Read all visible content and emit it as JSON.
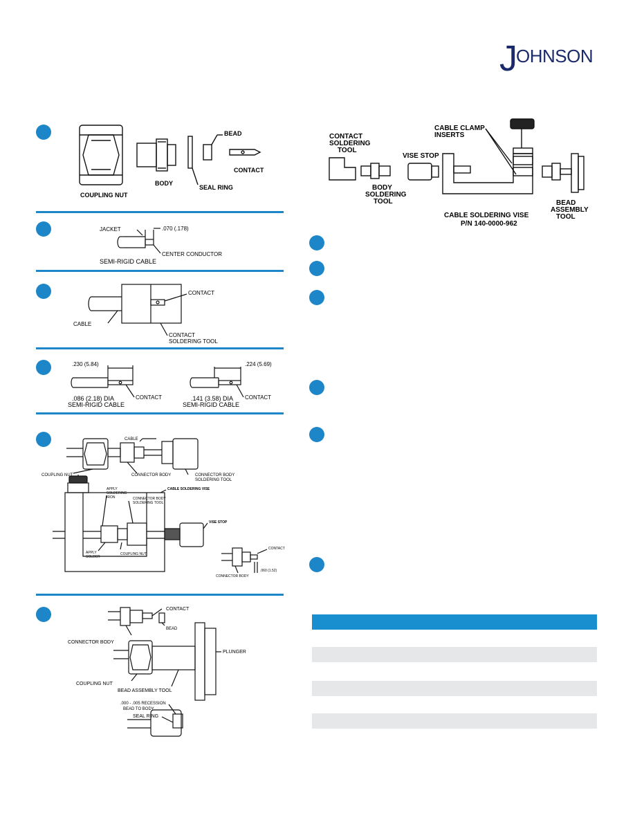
{
  "brand": {
    "logo_text": "JOHNSON"
  },
  "fig1": {
    "coupling_nut": "COUPLING NUT",
    "body": "BODY",
    "seal_ring": "SEAL RING",
    "bead": "BEAD",
    "contact": "CONTACT"
  },
  "fig2": {
    "jacket": "JACKET",
    "dim": ".070 (.178)",
    "center_conductor": "CENTER CONDUCTOR",
    "cable": "SEMI-RIGID CABLE"
  },
  "fig3": {
    "contact": "CONTACT",
    "cable": "CABLE",
    "tool_line1": "CONTACT",
    "tool_line2": "SOLDERING TOOL"
  },
  "fig4": {
    "left_dim": ".230 (5.84)",
    "left_dia": ".086 (2.18) DIA",
    "left_cable": "SEMI-RIGID CABLE",
    "left_contact": "CONTACT",
    "right_dim": ".224 (5.69)",
    "right_dia": ".141 (3.58) DIA",
    "right_cable": "SEMI-RIGID CABLE",
    "right_contact": "CONTACT"
  },
  "fig5": {
    "cable": "CABLE",
    "coupling_nut": "COUPLING NUT",
    "connector_body": "CONNECTOR BODY",
    "body_tool_line1": "CONNECTOR BODY",
    "body_tool_line2": "SOLDERING TOOL",
    "apply_iron_line1": "APPLY",
    "apply_iron_line2": "SOLDERING",
    "apply_iron_line3": "IRON",
    "vise_tool_line1": "CONNECTOR BODY",
    "vise_tool_line2": "SOLDERING TOOL",
    "vise": "CABLE SOLDERING VISE",
    "vise_stop": "VISE STOP",
    "apply_solder_line1": "APPLY",
    "apply_solder_line2": "SOLDER",
    "coupling_nut2": "COUPLING NUT",
    "contact": "CONTACT",
    "connector_body2": "CONNECTOR BODY",
    "dim": ".060 (1.52)"
  },
  "fig6": {
    "contact": "CONTACT",
    "connector_body": "CONNECTOR BODY",
    "bead": "BEAD",
    "plunger": "PLUNGER",
    "coupling_nut": "COUPLING NUT",
    "bead_tool": "BEAD ASSEMBLY TOOL",
    "recession_line1": ".000 - .005 RECESSION",
    "recession_line2": "BEAD TO BODY",
    "seal_ring": "SEAL RING"
  },
  "tools": {
    "contact_tool_line1": "CONTACT",
    "contact_tool_line2": "SOLDERING",
    "contact_tool_line3": "TOOL",
    "body_tool_line1": "BODY",
    "body_tool_line2": "SOLDERING",
    "body_tool_line3": "TOOL",
    "vise_stop": "VISE STOP",
    "clamp_line1": "CABLE CLAMP",
    "clamp_line2": "INSERTS",
    "vise_line1": "CABLE SOLDERING VISE",
    "vise_line2": "P/N 140-0000-962",
    "bead_tool_line1": "BEAD",
    "bead_tool_line2": "ASSEMBLY",
    "bead_tool_line3": "TOOL"
  },
  "colors": {
    "accent": "#1d86c8",
    "table_head": "#1a8fd0",
    "table_row": "#e6e7e8",
    "logo": "#1b2a6b"
  }
}
